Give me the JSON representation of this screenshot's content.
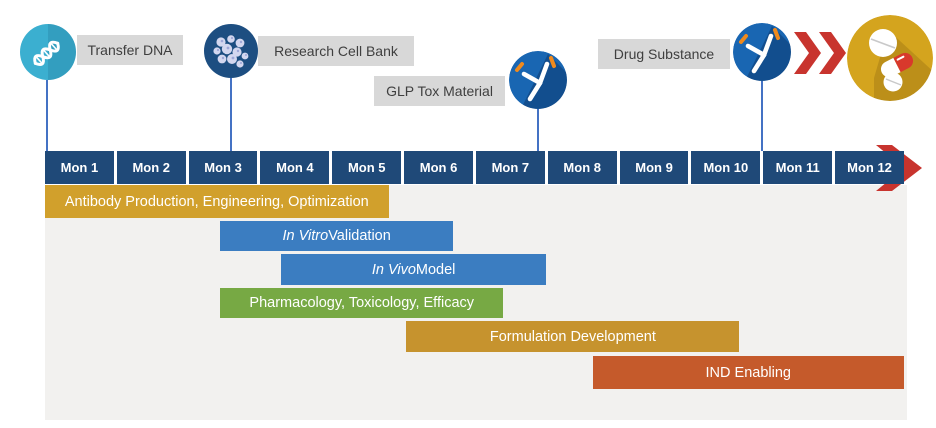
{
  "palette": {
    "navy": "#1F4978",
    "panel": "#F2F1EF",
    "line": "#4472C4",
    "labelBg": "#D8D8D8",
    "labelText": "#3F3F3F",
    "red": "#C8342E",
    "orange": "#F08A1D",
    "abBlue": "#1966B2",
    "dnaBlue": "#3BAFD0",
    "cellNavy": "#1D4E81",
    "pillGold": "#D4A41E",
    "capsRed": "#D8392C"
  },
  "milestones": [
    {
      "label": "Transfer DNA",
      "icon": "dna-icon"
    },
    {
      "label": "Research Cell Bank",
      "icon": "cell-bank-icon"
    },
    {
      "label": "GLP Tox Material",
      "icon": "antibody-icon"
    },
    {
      "label": "Drug Substance",
      "icon": "antibody-icon"
    },
    {
      "label": "",
      "icon": "pills-icon"
    }
  ],
  "timeline": {
    "unit": "Month",
    "months": [
      "Mon 1",
      "Mon 2",
      "Mon 3",
      "Mon 4",
      "Mon 5",
      "Mon 6",
      "Mon 7",
      "Mon 8",
      "Mon 9",
      "Mon 10",
      "Mon 11",
      "Mon 12"
    ]
  },
  "gantt": {
    "axis_range_months": [
      1,
      12
    ],
    "tasks": [
      {
        "italic": "",
        "text": "Antibody Production, Engineering, Optimization",
        "start": 1.0,
        "end": 5.8,
        "color": "#D1A02C"
      },
      {
        "italic": "In Vitro",
        "text": " Validation",
        "start": 3.45,
        "end": 6.7,
        "color": "#3B7DC1"
      },
      {
        "italic": "In Vivo",
        "text": " Model",
        "start": 4.3,
        "end": 8.0,
        "color": "#3B7DC1"
      },
      {
        "italic": "",
        "text": "Pharmacology, Toxicology, Efficacy",
        "start": 3.45,
        "end": 7.4,
        "color": "#77A944"
      },
      {
        "italic": "",
        "text": "Formulation Development",
        "start": 6.05,
        "end": 10.7,
        "color": "#C6932E"
      },
      {
        "italic": "",
        "text": "IND Enabling",
        "start": 8.65,
        "end": 13.0,
        "color": "#C55A2B"
      }
    ]
  }
}
